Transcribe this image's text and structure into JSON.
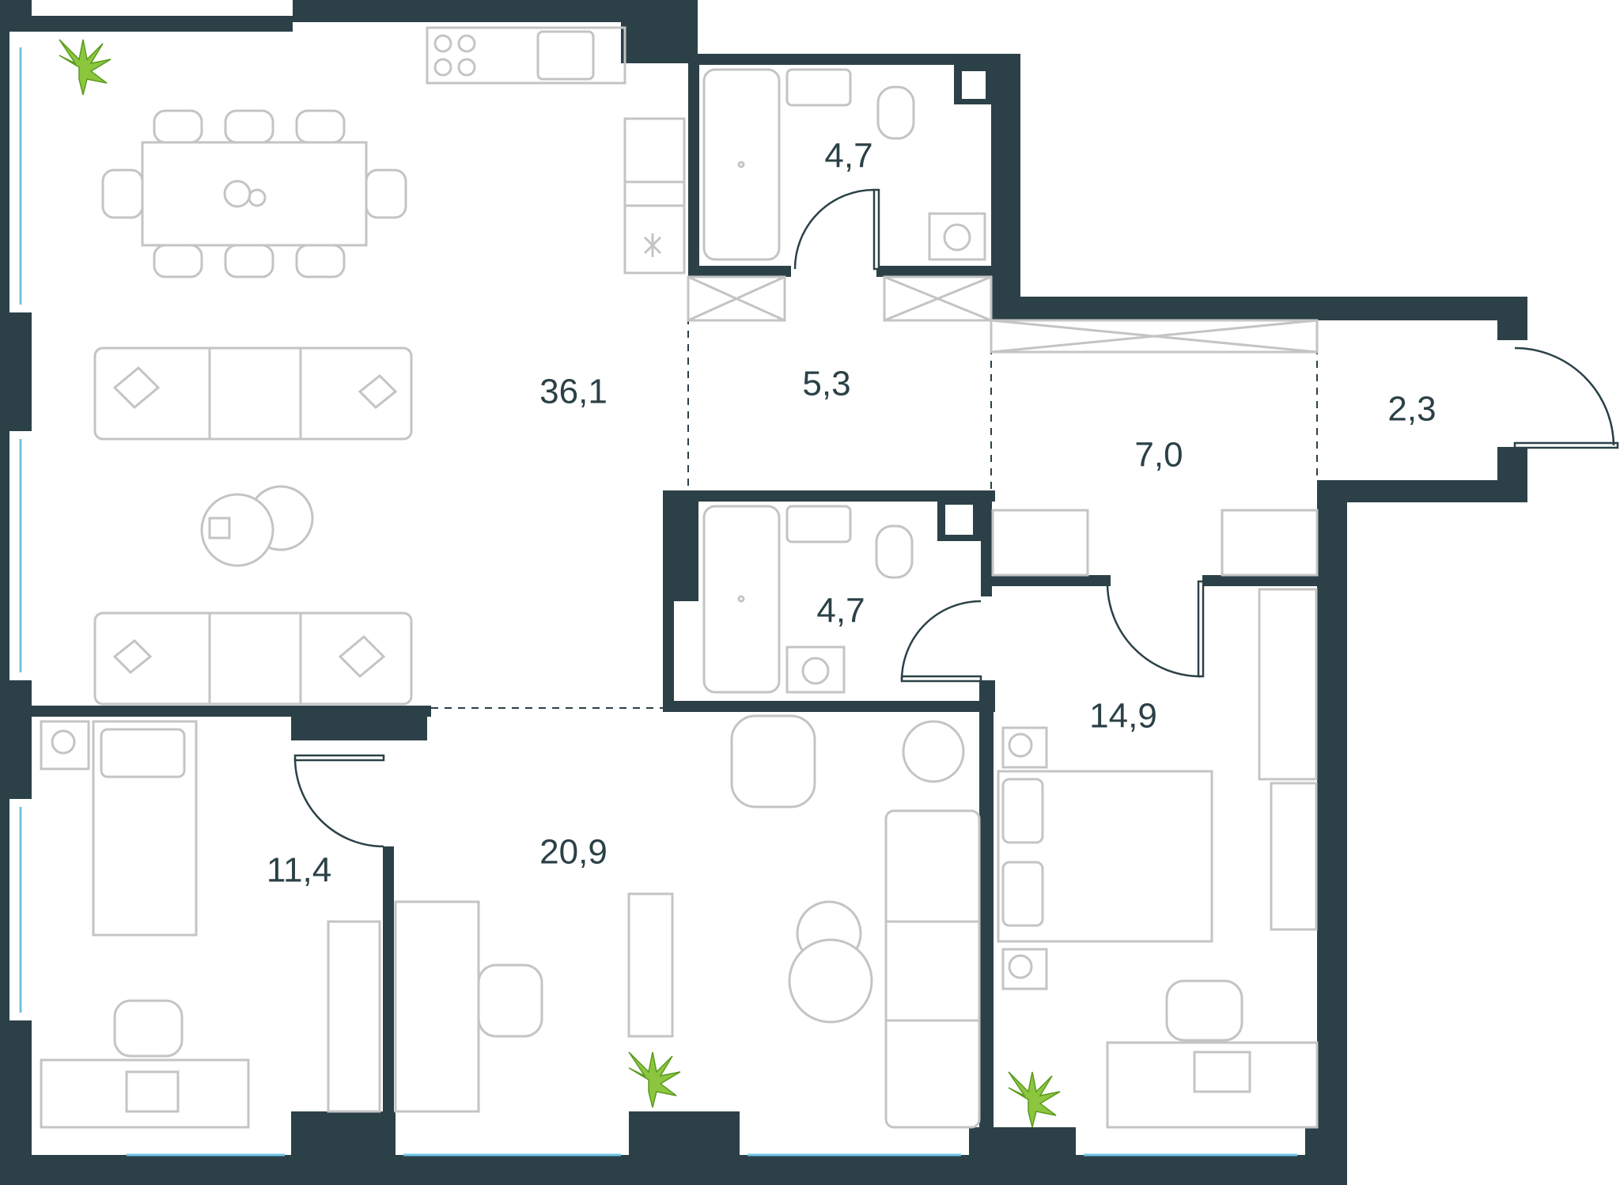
{
  "floor_plan": {
    "rooms": [
      {
        "id": "living-kitchen",
        "area": "36,1"
      },
      {
        "id": "bathroom-1",
        "area": "4,7"
      },
      {
        "id": "hallway",
        "area": "5,3"
      },
      {
        "id": "vestibule",
        "area": "2,3"
      },
      {
        "id": "corridor",
        "area": "7,0"
      },
      {
        "id": "bathroom-2",
        "area": "4,7"
      },
      {
        "id": "bedroom-master",
        "area": "14,9"
      },
      {
        "id": "bedroom-small",
        "area": "11,4"
      },
      {
        "id": "living-room",
        "area": "20,9"
      }
    ],
    "colors": {
      "wall": "#2b4147",
      "furniture": "#c4c4c4",
      "window_glass": "#6fc4e6",
      "plant": "#8cc63f"
    }
  }
}
